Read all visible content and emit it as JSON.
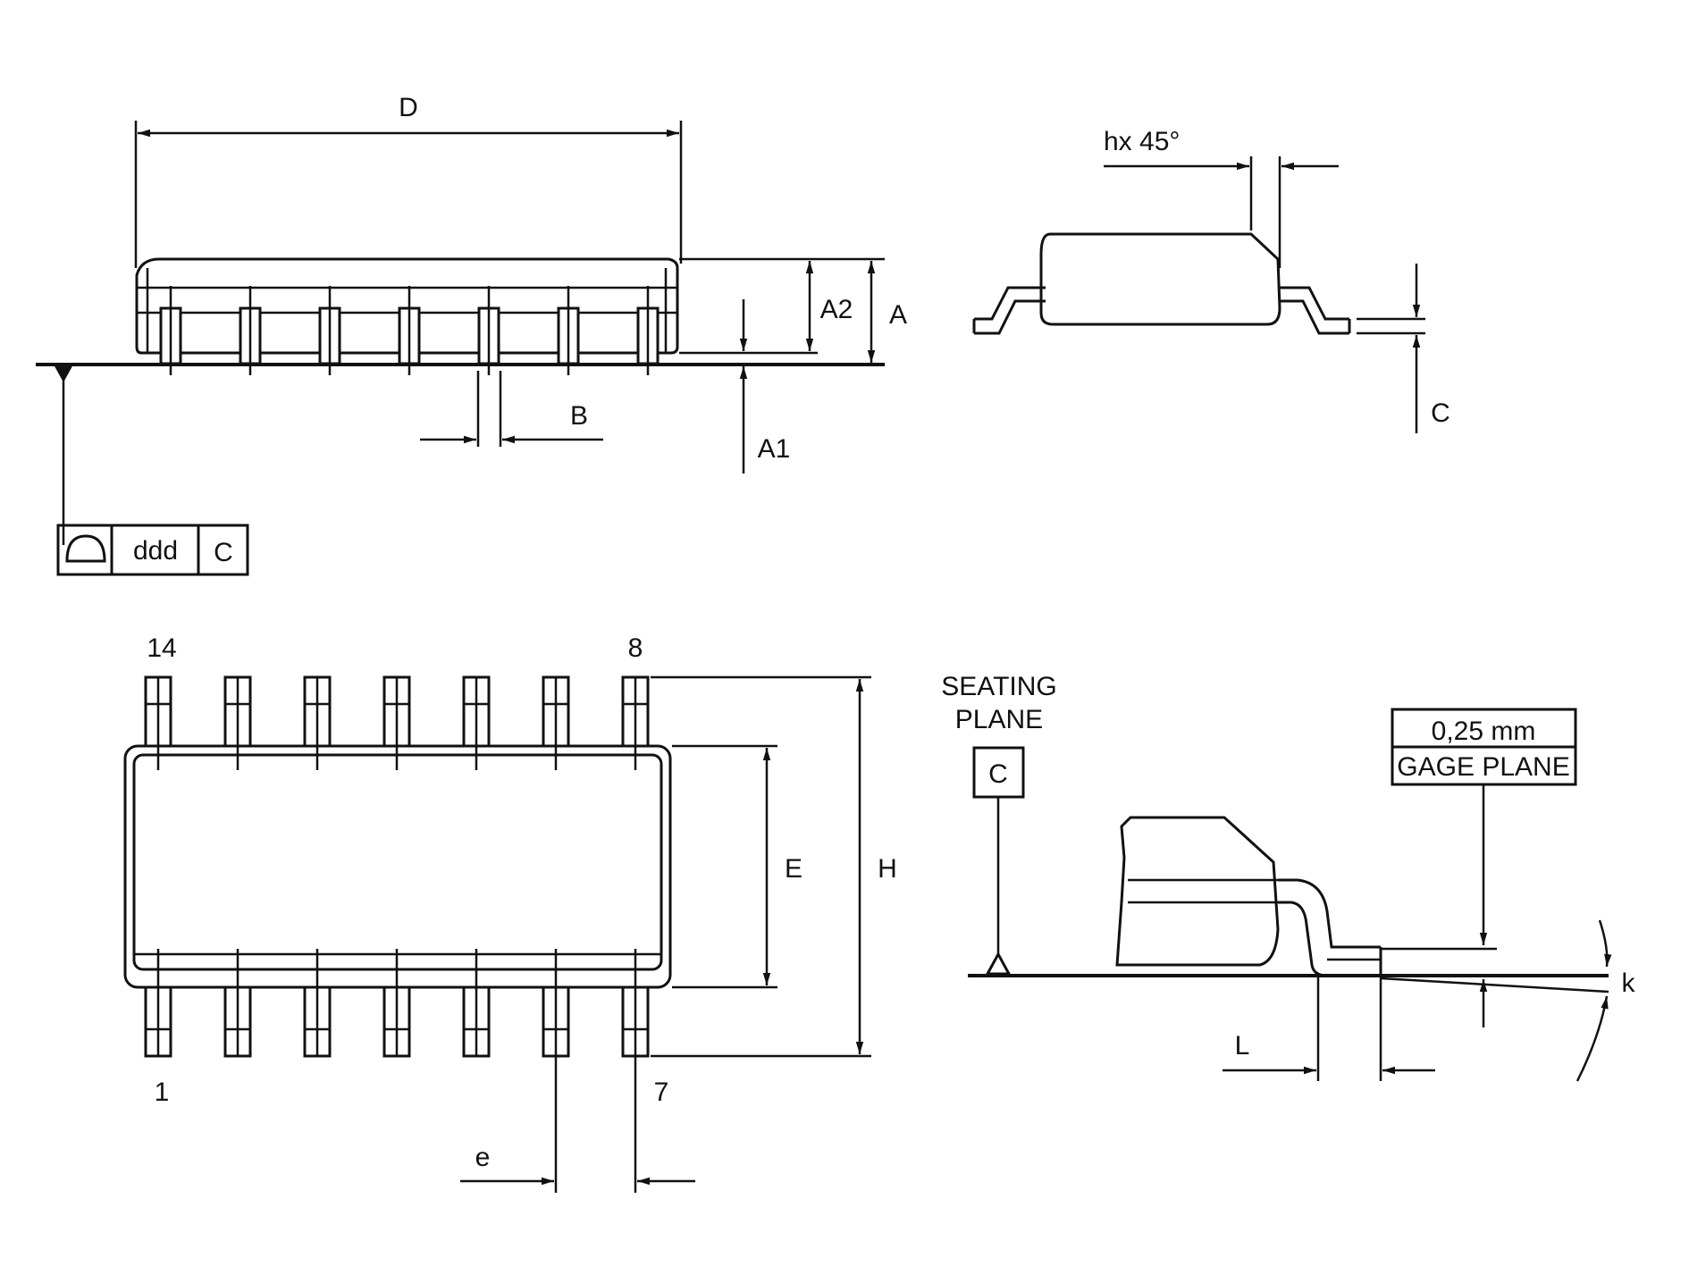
{
  "side_view": {
    "dim_D": "D",
    "dim_A": "A",
    "dim_A2": "A2",
    "dim_A1": "A1",
    "dim_B": "B"
  },
  "tolerance_frame": {
    "value": "ddd",
    "datum": "C"
  },
  "end_view": {
    "chamfer": "hx 45°",
    "dim_C": "C"
  },
  "top_view": {
    "pin_14": "14",
    "pin_8": "8",
    "pin_1": "1",
    "pin_7": "7",
    "dim_E": "E",
    "dim_H": "H",
    "dim_e": "e"
  },
  "detail_view": {
    "seating_line1": "SEATING",
    "seating_line2": "PLANE",
    "datum": "C",
    "gage_value": "0,25  mm",
    "gage_label": "GAGE  PLANE",
    "dim_k": "k",
    "dim_L": "L"
  },
  "colors": {
    "line": "#111111",
    "background": "#ffffff"
  }
}
